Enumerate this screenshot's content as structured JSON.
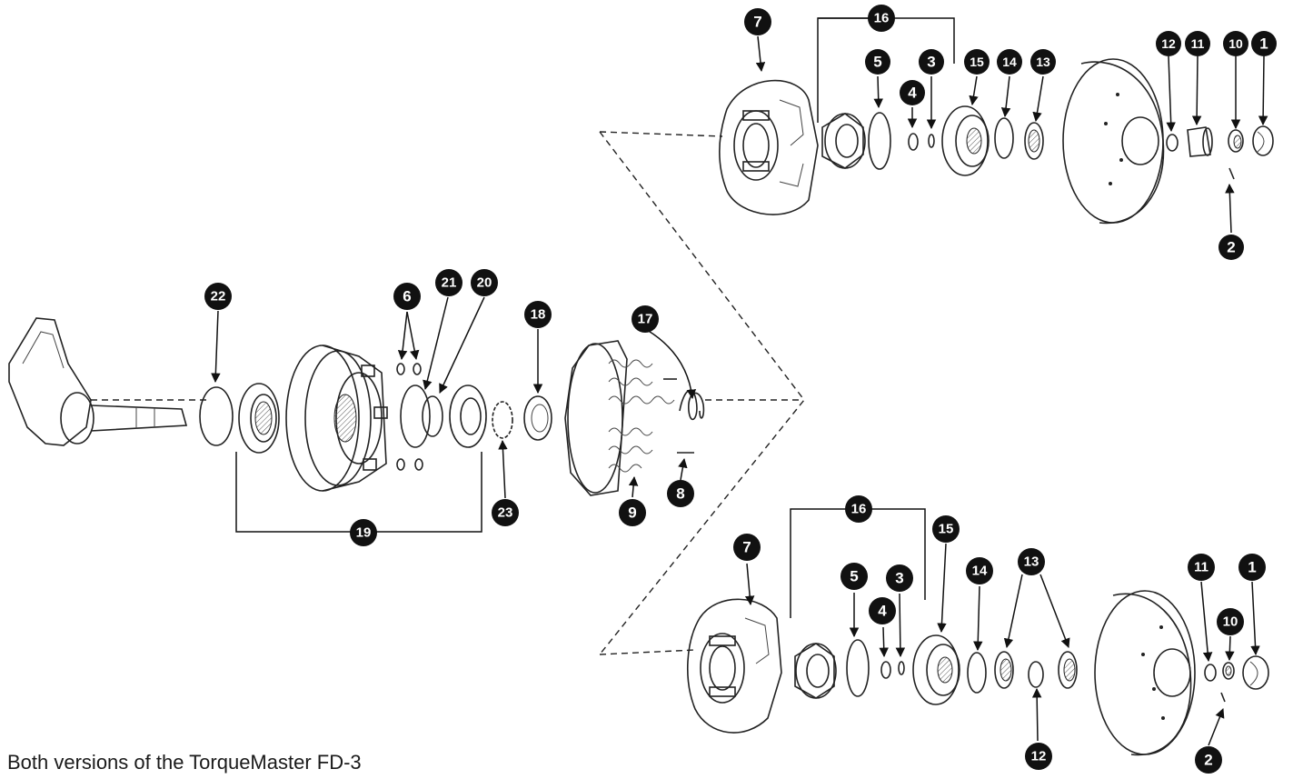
{
  "caption": "Both versions of the TorqueMaster FD-3",
  "callouts": {
    "upper": [
      "7",
      "16",
      "5",
      "4",
      "3",
      "15",
      "14",
      "13",
      "12",
      "11",
      "10",
      "1",
      "2"
    ],
    "middle": [
      "22",
      "6",
      "21",
      "20",
      "18",
      "17",
      "19",
      "23",
      "9",
      "8"
    ],
    "lower": [
      "16",
      "15",
      "7",
      "5",
      "3",
      "4",
      "14",
      "13",
      "11",
      "1",
      "10",
      "12",
      "2"
    ]
  },
  "colors": {
    "badge": "#111111",
    "badge_text": "#ffffff",
    "line": "#222222",
    "background": "#ffffff"
  }
}
